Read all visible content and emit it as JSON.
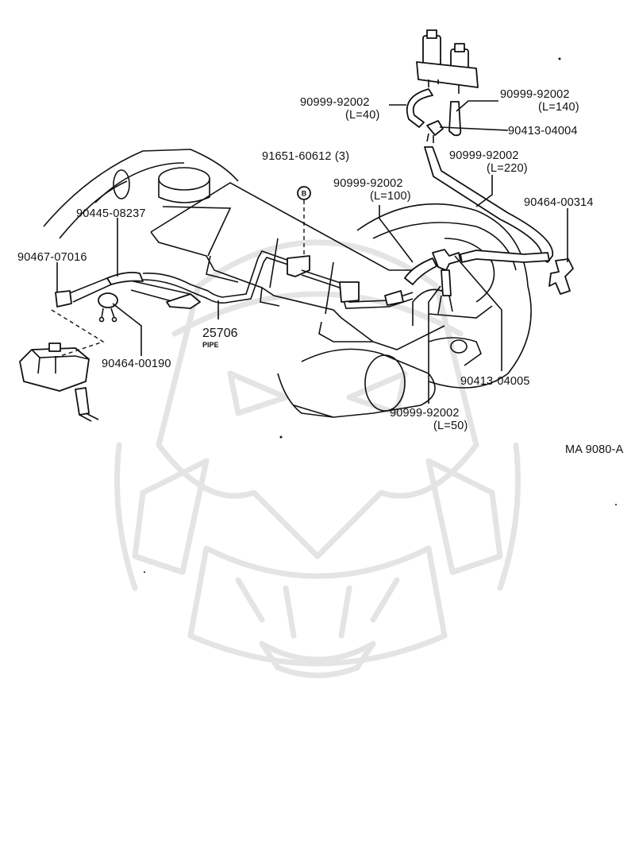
{
  "parts": [
    {
      "part_no": "90999-92002",
      "length": "(L=40)"
    },
    {
      "part_no": "90999-92002",
      "length": "(L=140)"
    },
    {
      "part_no": "90413-04004"
    },
    {
      "part_no": "90999-92002",
      "length": "(L=220)"
    },
    {
      "part_no": "91651-60612 (3)",
      "marker": "B"
    },
    {
      "part_no": "90999-92002",
      "length": "(L=100)"
    },
    {
      "part_no": "90464-00314"
    },
    {
      "part_no": "90445-08237"
    },
    {
      "part_no": "90467-07016"
    },
    {
      "part_no": "25706",
      "name": "PIPE"
    },
    {
      "part_no": "90464-00190"
    },
    {
      "part_no": "90413-04005"
    },
    {
      "part_no": "90999-92002",
      "length": "(L=50)"
    }
  ],
  "diagram_code": "MA 9080-A"
}
